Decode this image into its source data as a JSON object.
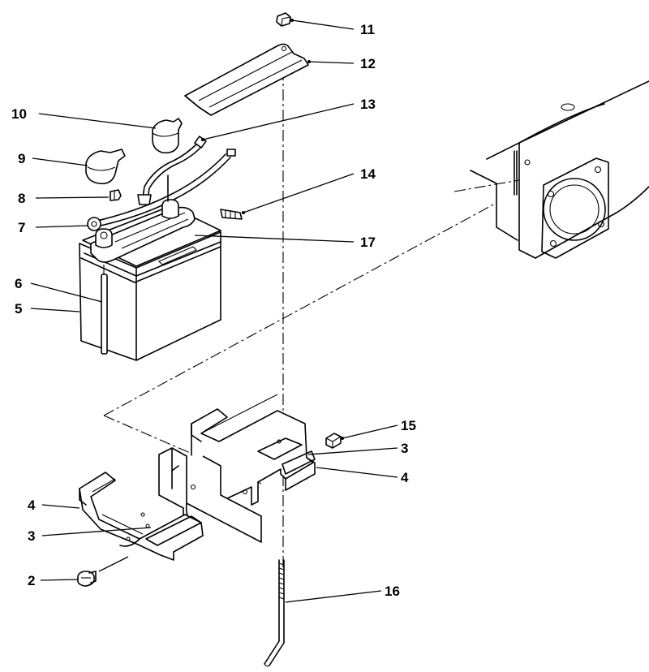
{
  "diagram": {
    "callouts": [
      {
        "id": "c11",
        "label": "11"
      },
      {
        "id": "c12",
        "label": "12"
      },
      {
        "id": "c13",
        "label": "13"
      },
      {
        "id": "c10",
        "label": "10"
      },
      {
        "id": "c9",
        "label": "9"
      },
      {
        "id": "c14",
        "label": "14"
      },
      {
        "id": "c8",
        "label": "8"
      },
      {
        "id": "c7",
        "label": "7"
      },
      {
        "id": "c17",
        "label": "17"
      },
      {
        "id": "c6",
        "label": "6"
      },
      {
        "id": "c5",
        "label": "5"
      },
      {
        "id": "c15",
        "label": "15"
      },
      {
        "id": "c3a",
        "label": "3"
      },
      {
        "id": "c4a",
        "label": "4"
      },
      {
        "id": "c4b",
        "label": "4"
      },
      {
        "id": "c3b",
        "label": "3"
      },
      {
        "id": "c2",
        "label": "2"
      },
      {
        "id": "c16",
        "label": "16"
      }
    ]
  }
}
